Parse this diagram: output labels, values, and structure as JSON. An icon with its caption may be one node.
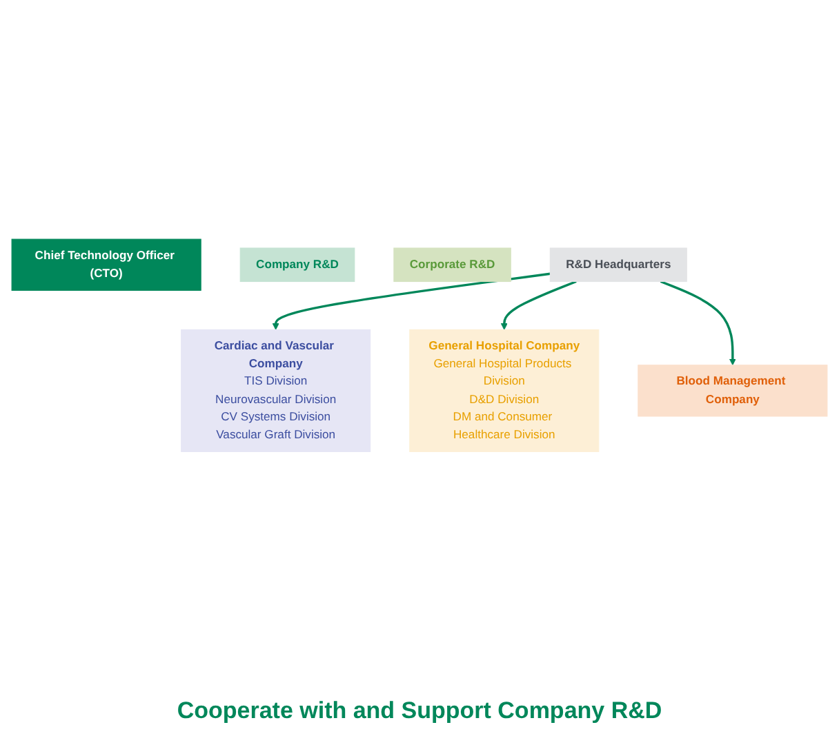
{
  "diagram": {
    "nodes": [
      {
        "text": [
          "Chief Technology Officer (CTO)"
        ]
      },
      {
        "text": [
          "Company R&D"
        ]
      },
      {
        "text": [
          "Corporate R&D"
        ]
      },
      {
        "text": [
          "Cardiac and Vascular Company",
          "TIS Division",
          "Neurovascular Division",
          "CV Systems Division",
          "Vascular Graft Division"
        ]
      },
      {
        "text": [
          "General Hospital Company",
          "General Hospital Products Division",
          "D&D Division",
          "DM and Consumer Healthcare Division"
        ]
      },
      {
        "text": [
          "Blood Management Company"
        ]
      },
      {
        "text": [
          "R&D Headquarters"
        ]
      }
    ],
    "edges": [
      {
        "from": 6,
        "to": 3,
        "arrow": "to"
      },
      {
        "from": 6,
        "to": 4,
        "arrow": "to"
      },
      {
        "from": 6,
        "to": 5,
        "arrow": "to"
      }
    ],
    "labels": [
      "Cooperate with and Support Company R&D"
    ]
  }
}
